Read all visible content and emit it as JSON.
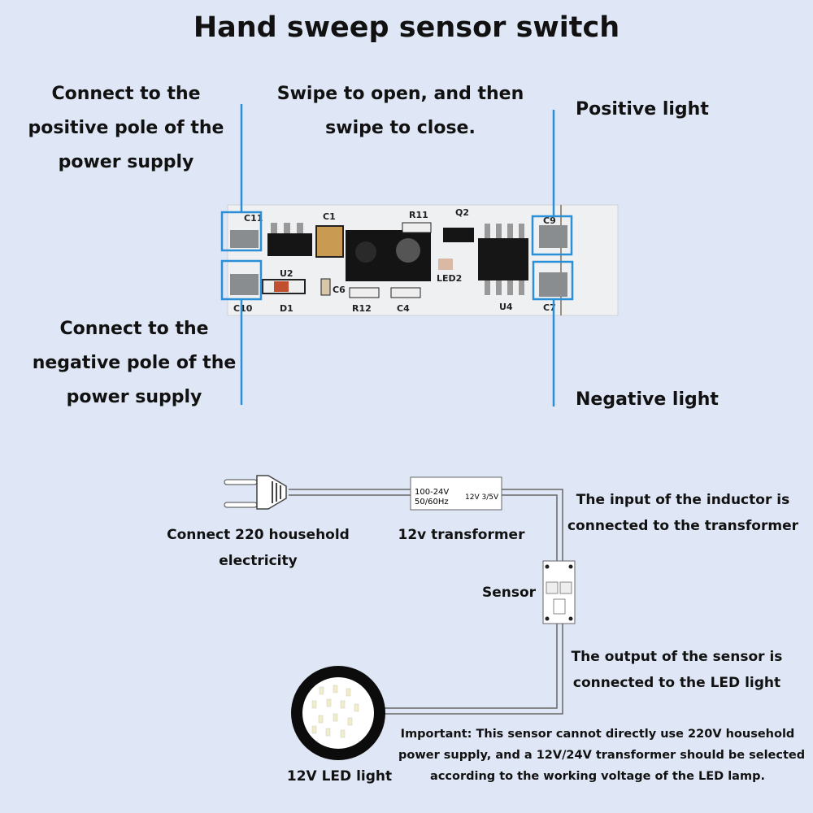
{
  "title": "Hand sweep sensor switch",
  "labels": {
    "positive_supply": [
      "Connect to the",
      "positive pole of the",
      "power supply"
    ],
    "swipe": [
      "Swipe to open, and then",
      "swipe to close."
    ],
    "positive_light": "Positive light",
    "negative_supply": [
      "Connect to the",
      "negative pole of the",
      "power supply"
    ],
    "negative_light": "Negative light"
  },
  "pcb": {
    "component_labels": [
      "C11",
      "C10",
      "C9",
      "C7",
      "U2",
      "D1",
      "C1",
      "C6",
      "R11",
      "R12",
      "Q2",
      "LED2",
      "C4",
      "U4"
    ]
  },
  "wiring": {
    "plug_label": [
      "Connect 220 household",
      "electricity"
    ],
    "transformer": {
      "label": "12v transformer",
      "input": [
        "100-24V",
        "50/60Hz"
      ],
      "output": "12V 3/5V"
    },
    "input_note": [
      "The input of the inductor is",
      "connected to the transformer"
    ],
    "sensor_label": "Sensor",
    "output_note": [
      "The output of the sensor is",
      "connected to the LED light"
    ],
    "led_label": "12V LED light",
    "important": [
      "Important: This sensor cannot directly use 220V household",
      "power supply, and a 12V/24V transformer should be selected",
      "according to the working voltage of the LED lamp."
    ]
  },
  "colors": {
    "background": "#dfe7f6",
    "callout": "#2a8fd6"
  }
}
